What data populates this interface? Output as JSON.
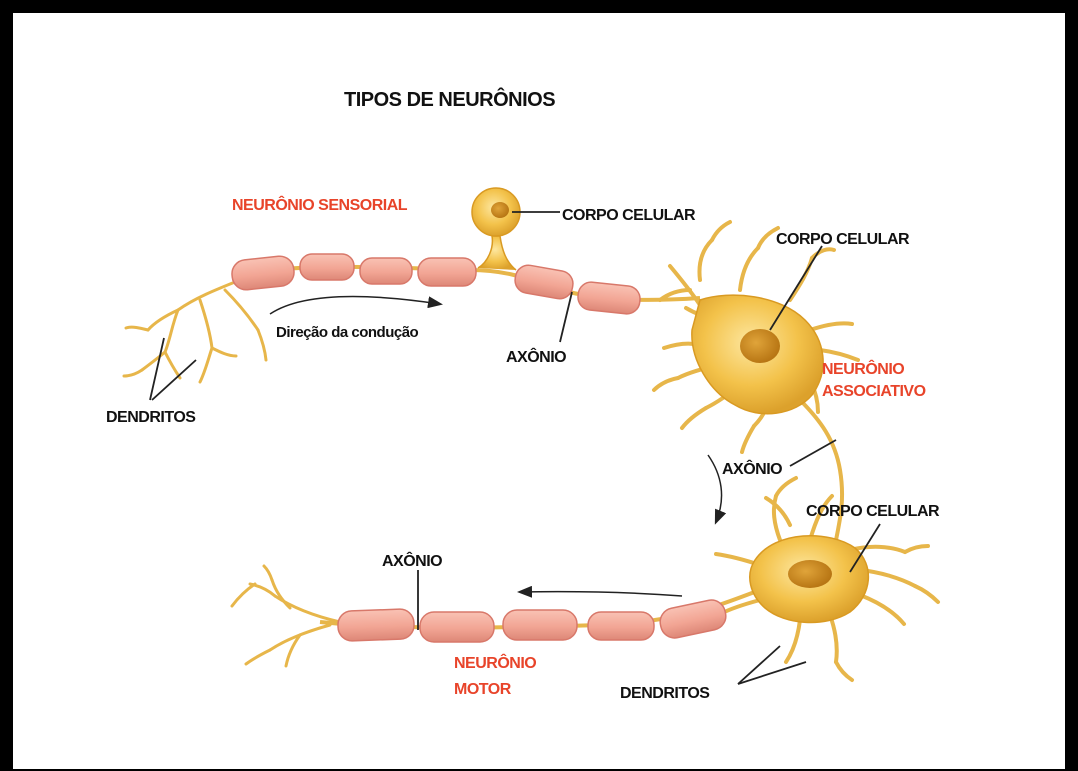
{
  "title": "TIPOS DE NEURÔNIOS",
  "neurons": {
    "sensory": {
      "name": "NEURÔNIO SENSORIAL",
      "cell_body": "CORPO CELULAR",
      "axon": "AXÔNIO",
      "dendrites": "DENDRITOS",
      "conduction": "Direção da condução"
    },
    "associative": {
      "name_line1": "NEURÔNIO",
      "name_line2": "ASSOCIATIVO",
      "cell_body": "CORPO CELULAR",
      "axon": "AXÔNIO"
    },
    "motor": {
      "name_line1": "NEURÔNIO",
      "name_line2": "MOTOR",
      "cell_body": "CORPO CELULAR",
      "axon": "AXÔNIO",
      "dendrites": "DENDRITOS"
    }
  },
  "colors": {
    "myelin": "#f2a594",
    "myelin_edge": "#d8786a",
    "neuron_body": "#f3c24a",
    "neuron_edge": "#d99a22",
    "nucleus": "#c98a1e",
    "label_red": "#e8442a",
    "label_black": "#111111"
  }
}
